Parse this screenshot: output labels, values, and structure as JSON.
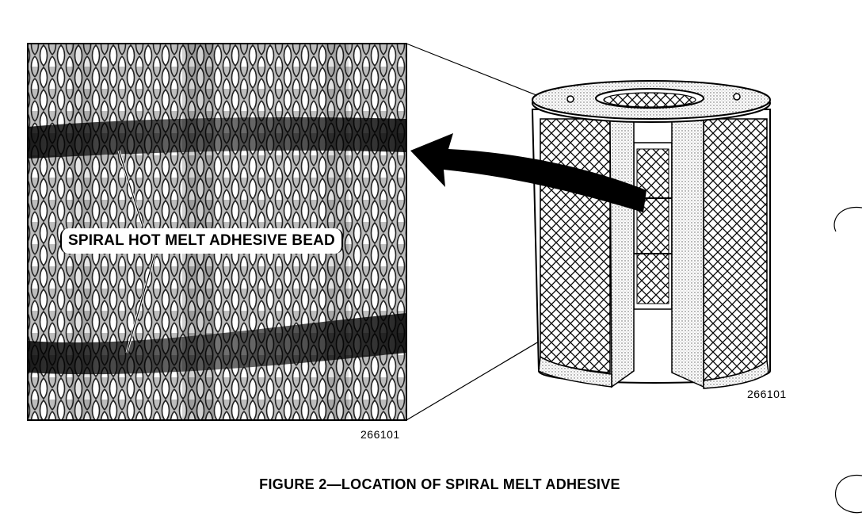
{
  "figure": {
    "callout_label": "SPIRAL HOT MELT ADHESIVE BEAD",
    "reference_number_left": "266101",
    "reference_number_right": "266101",
    "caption": "FIGURE 2—LOCATION OF SPIRAL MELT ADHESIVE"
  },
  "colors": {
    "ink": "#000000",
    "paper": "#ffffff"
  },
  "icons": {
    "callout_arrow": "arrow-curved-left-icon",
    "filter_element": "filter-element-illustration"
  }
}
